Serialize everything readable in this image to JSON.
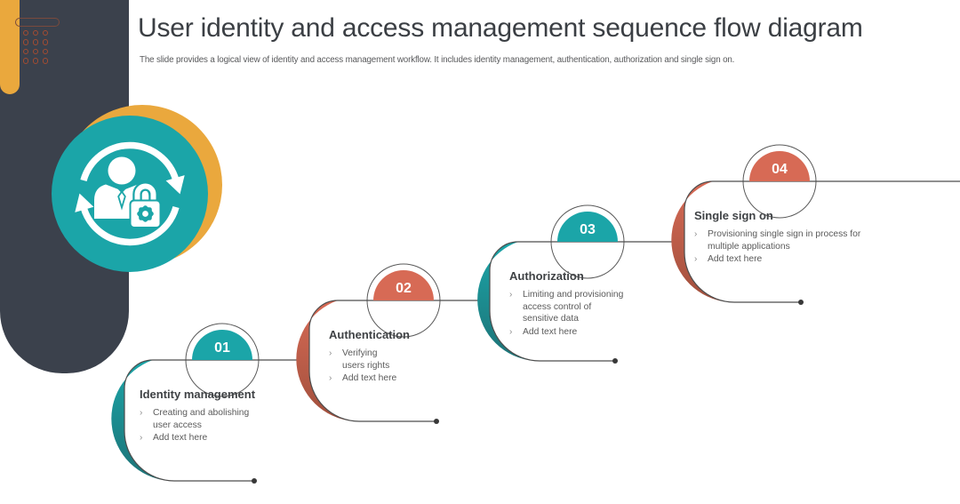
{
  "slide": {
    "title": "User identity and access management sequence flow diagram",
    "subtitle": "The slide provides a logical view of identity and access management workflow. It includes identity management, authentication, authorization and single sign on."
  },
  "decor": {
    "main_icon": "user-sync-lock-icon"
  },
  "bullet_marker": "›",
  "colors": {
    "teal": "#1ba5a8",
    "teal_dark": "#1d7276",
    "salmon": "#d76a55",
    "salmon_dark": "#a04f3c",
    "yellow": "#eaa83d",
    "dark": "#3b414c",
    "line": "#4d4d4d",
    "title_text": "#3b3f44"
  },
  "steps": [
    {
      "number": "01",
      "title": "Identity management",
      "accent": "teal",
      "bullets": [
        "Creating and abolishing\nuser access",
        "Add text here"
      ]
    },
    {
      "number": "02",
      "title": "Authentication",
      "accent": "salmon",
      "bullets": [
        "Verifying\nusers rights",
        "Add text here"
      ]
    },
    {
      "number": "03",
      "title": "Authorization",
      "accent": "teal",
      "bullets": [
        "Limiting and provisioning\naccess control of\nsensitive data",
        "Add text here"
      ]
    },
    {
      "number": "04",
      "title": "Single sign on",
      "accent": "salmon",
      "bullets": [
        "Provisioning single sign in process for\nmultiple applications",
        "Add text here"
      ]
    }
  ]
}
